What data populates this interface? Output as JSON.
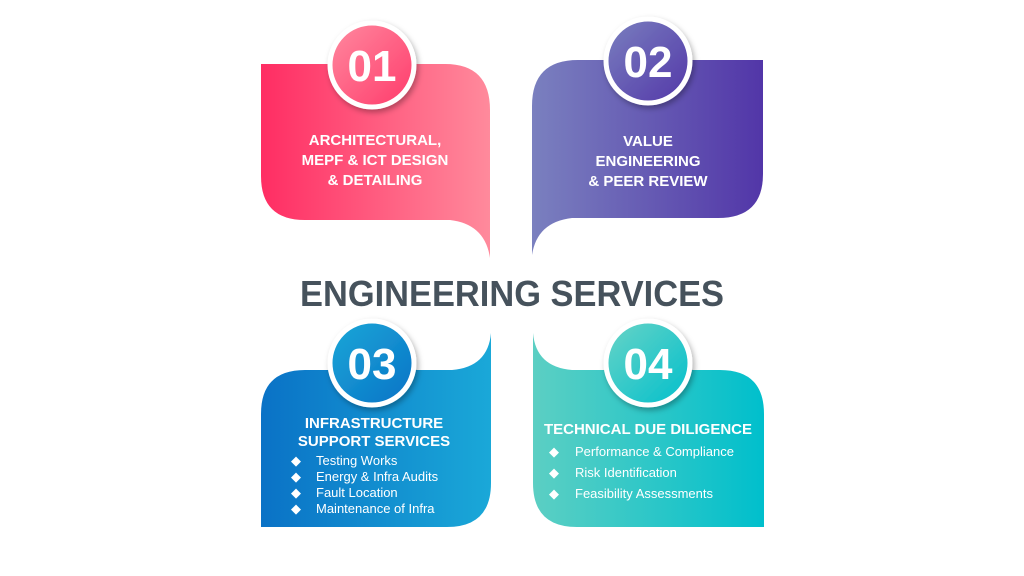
{
  "title": "ENGINEERING SERVICES",
  "colors": {
    "card1": [
      "#ff2d63",
      "#ff8a9c"
    ],
    "card2": [
      "#7a80bf",
      "#5236a8"
    ],
    "card3": [
      "#0a72c6",
      "#1aa8d8"
    ],
    "card4": [
      "#5ccfc3",
      "#00bfcc"
    ],
    "title": "#46525c"
  },
  "cards": [
    {
      "number": "01",
      "heading": [
        "ARCHITECTURAL,",
        "MEPF & ICT DESIGN",
        "& DETAILING"
      ],
      "items": []
    },
    {
      "number": "02",
      "heading": [
        "VALUE",
        "ENGINEERING",
        "& PEER REVIEW"
      ],
      "items": []
    },
    {
      "number": "03",
      "heading": [
        "INFRASTRUCTURE",
        "SUPPORT SERVICES"
      ],
      "items": [
        "Testing Works",
        "Energy & Infra Audits",
        "Fault Location",
        "Maintenance of Infra"
      ]
    },
    {
      "number": "04",
      "heading": [
        "TECHNICAL DUE DILIGENCE"
      ],
      "items": [
        "Performance & Compliance",
        "Risk Identification",
        "Feasibility Assessments"
      ]
    }
  ]
}
